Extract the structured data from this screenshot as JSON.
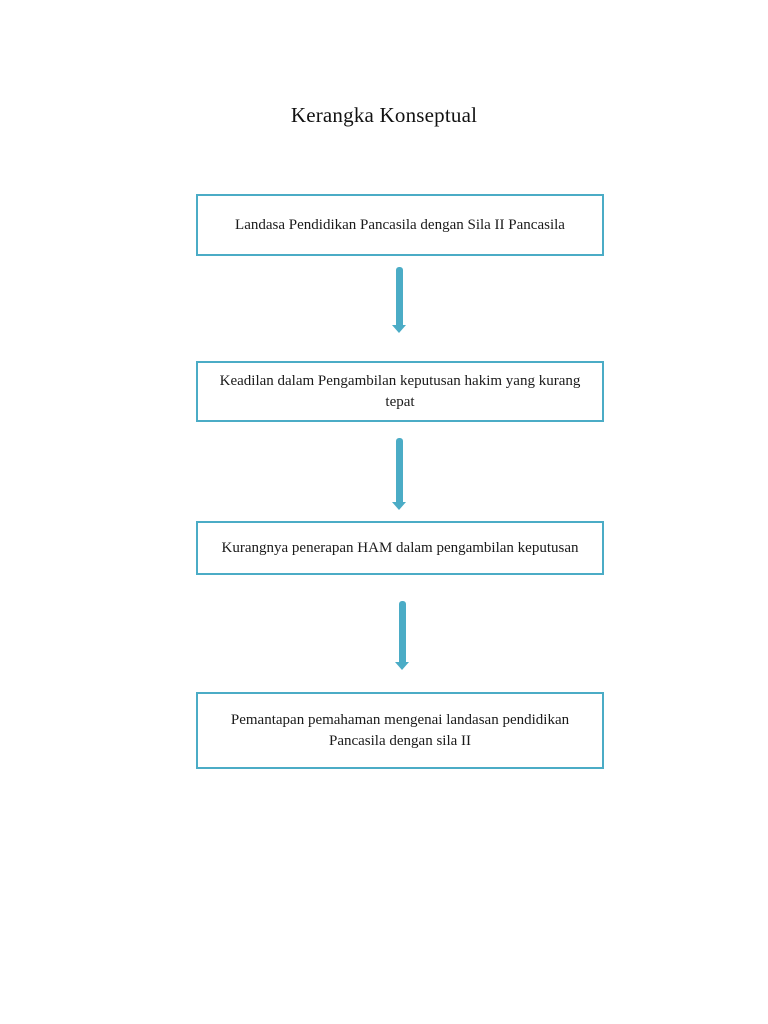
{
  "page": {
    "title": "Kerangka Konseptual",
    "background_color": "#ffffff"
  },
  "diagram": {
    "type": "flowchart",
    "direction": "top-down",
    "accent_color": "#4BACC6",
    "text_color": "#1a1a1a",
    "nodes": [
      {
        "id": 1,
        "label": "Landasa Pendidikan Pancasila dengan Sila II Pancasila"
      },
      {
        "id": 2,
        "label": "Keadilan dalam Pengambilan keputusan hakim yang kurang tepat"
      },
      {
        "id": 3,
        "label": "Kurangnya penerapan HAM dalam pengambilan keputusan"
      },
      {
        "id": 4,
        "label": "Pemantapan pemahaman mengenai landasan pendidikan Pancasila dengan sila II"
      }
    ],
    "connectors": [
      {
        "from": 1,
        "to": 2,
        "style": "thick-arrow-down"
      },
      {
        "from": 2,
        "to": 3,
        "style": "thick-arrow-down"
      },
      {
        "from": 3,
        "to": 4,
        "style": "thick-arrow-down"
      }
    ]
  }
}
